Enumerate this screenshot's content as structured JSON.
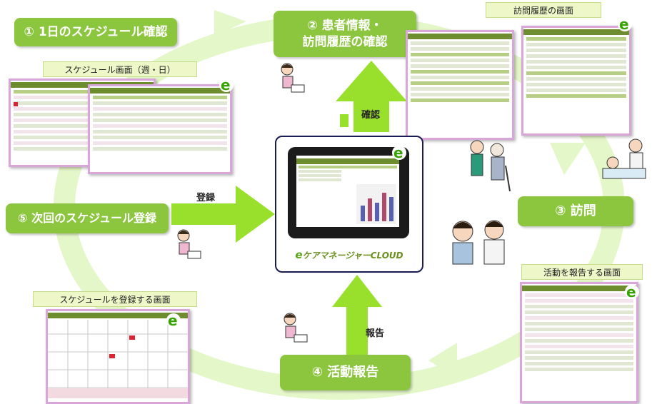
{
  "steps": {
    "step1": "① 1日のスケジュール確認",
    "step2_line1": "② 患者情報・",
    "step2_line2": "訪問履歴の確認",
    "step3": "③ 訪問",
    "step4": "④ 活動報告",
    "step5": "⑤ 次回のスケジュール登録"
  },
  "captions": {
    "schedule_screen": "スケジュール画面（週・日）",
    "history_screen": "訪問履歴の画面",
    "report_screen": "活動を報告する画面",
    "register_screen": "スケジュールを登録する画面"
  },
  "arrows": {
    "confirm": "確認",
    "register": "登録",
    "report": "報告"
  },
  "brand": {
    "logo_text": "ケアマネージャーCLOUD",
    "accent": "#8cc63f",
    "arrow_color": "#99e02c",
    "ring_color": "#e4f7c9"
  }
}
